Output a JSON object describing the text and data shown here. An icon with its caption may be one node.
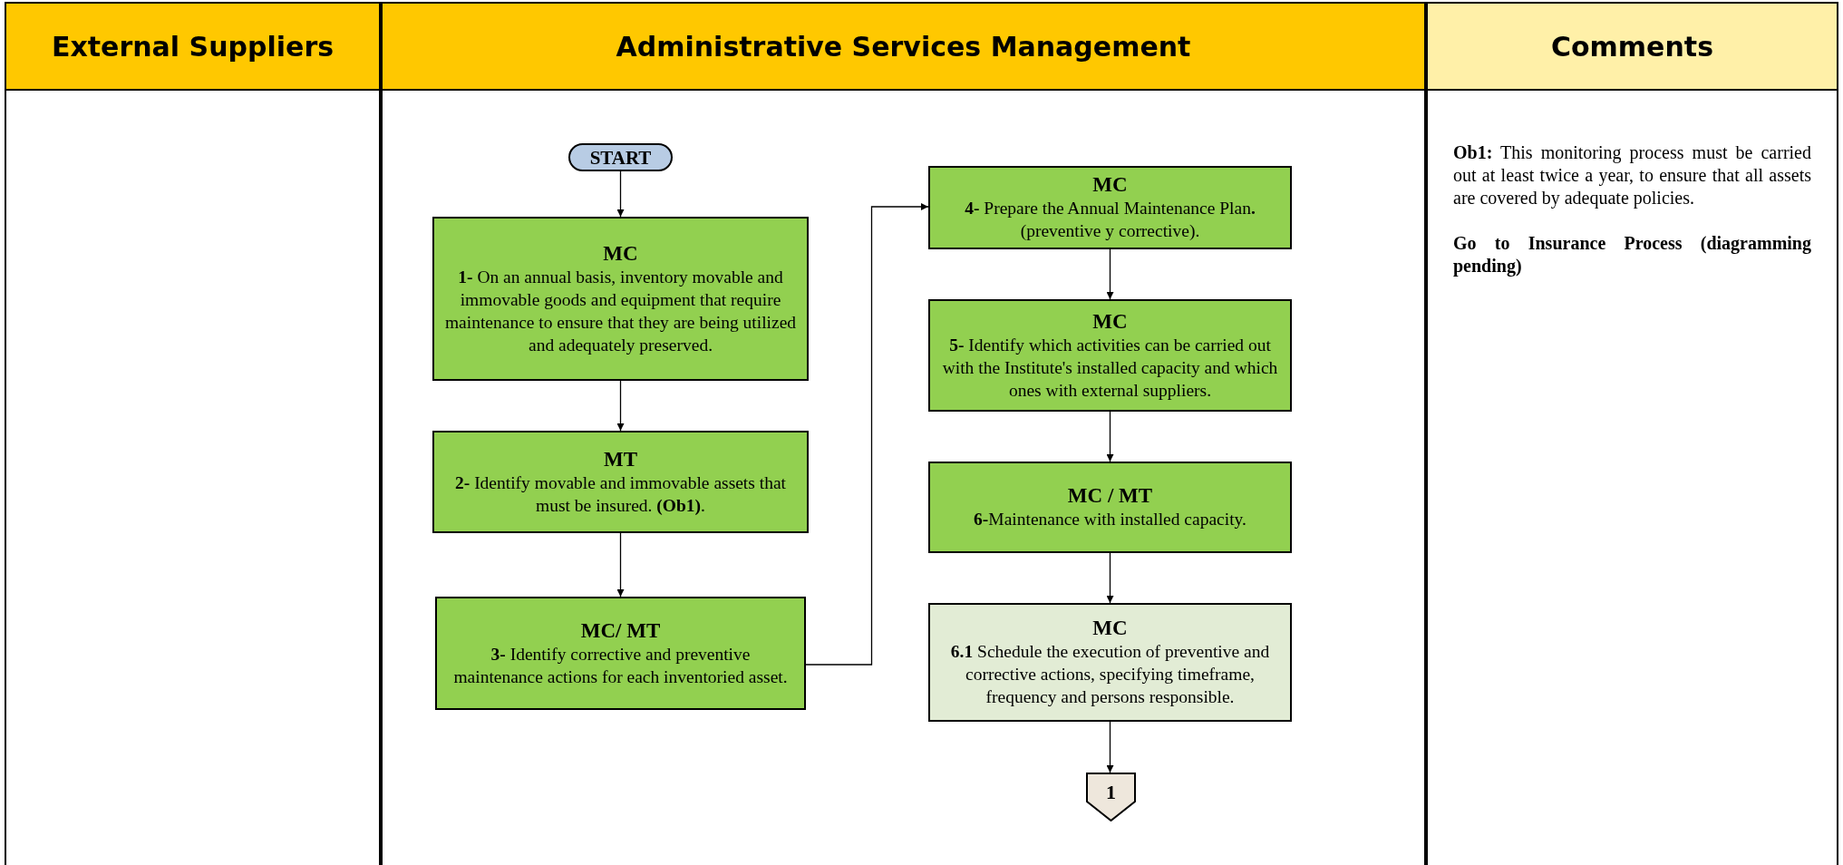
{
  "diagram": {
    "nodes": [
      {
        "text": [
          "External Suppliers"
        ]
      },
      {
        "text": [
          "Administrative Services Management"
        ]
      },
      {
        "text": [
          "Comments",
          "**Ob1:** This monitoring process must be carried out at least twice a year, to ensure that all assets are covered by adequate policies.",
          "Go to Insurance Process (diagramming pending)"
        ]
      },
      {
        "text": [
          "START"
        ],
        "in": 1
      },
      {
        "text": [
          "MC",
          "**1-** On an annual basis, inventory movable and immovable goods and equipment that require maintenance to ensure that they are being utilized and adequately preserved."
        ],
        "in": 1
      },
      {
        "text": [
          "MT",
          "**2-** Identify movable and immovable assets that must be insured.    **(Ob1)**."
        ],
        "in": 1
      },
      {
        "text": [
          "MC/ MT",
          "**3-** Identify corrective and preventive maintenance actions for each inventoried asset."
        ],
        "in": 1
      },
      {
        "text": [
          "MC",
          "**4-** Prepare the Annual Maintenance Plan**.**(preventive y corrective)."
        ],
        "in": 1
      },
      {
        "text": [
          "MC",
          "**5-** Identify which activities can be carried out with the Institute's installed capacity and which ones with external suppliers."
        ],
        "in": 1
      },
      {
        "text": [
          "MC / MT",
          "**6-**Maintenance with installed capacity."
        ],
        "in": 1
      },
      {
        "text": [
          "MC",
          "**6.1** Schedule the execution of preventive and corrective actions, specifying timeframe, frequency and persons responsible."
        ],
        "in": 1
      },
      {
        "text": [
          "1"
        ],
        "in": 1
      }
    ],
    "edges": [
      {
        "from": 3,
        "to": 4,
        "arrow": "to"
      },
      {
        "from": 4,
        "to": 5,
        "arrow": "to"
      },
      {
        "from": 5,
        "to": 6,
        "arrow": "to"
      },
      {
        "from": 6,
        "to": 7,
        "arrow": "to"
      },
      {
        "from": 7,
        "to": 8,
        "arrow": "to"
      },
      {
        "from": 8,
        "to": 9,
        "arrow": "to"
      },
      {
        "from": 9,
        "to": 10,
        "arrow": "to"
      },
      {
        "from": 10,
        "to": 11,
        "arrow": "to"
      }
    ]
  }
}
